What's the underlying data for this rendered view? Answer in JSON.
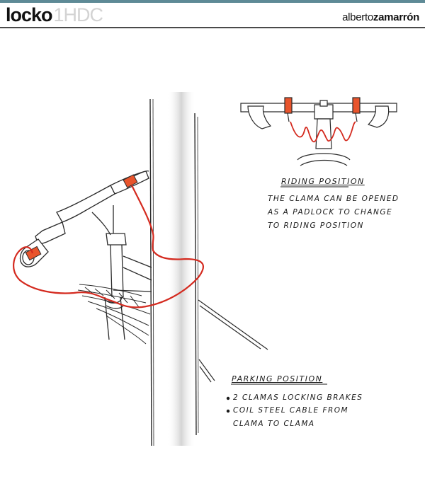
{
  "header": {
    "brand_main": "locko",
    "brand_sub": "1HDC",
    "author_first": "alberto",
    "author_last": "zamarrón",
    "accent_color": "#5e8a96"
  },
  "riding": {
    "title": "Riding position",
    "lines": [
      "The clama can be opened",
      "as a padlock to change",
      "to riding position"
    ]
  },
  "parking": {
    "title": "Parking position",
    "bullets": [
      "2 clamas locking brakes",
      "coil steel cable from"
    ],
    "continuation": "clama to clama"
  },
  "colors": {
    "cable": "#d42a1f",
    "clamp": "#e8542c",
    "ink": "#2a2a2a"
  }
}
